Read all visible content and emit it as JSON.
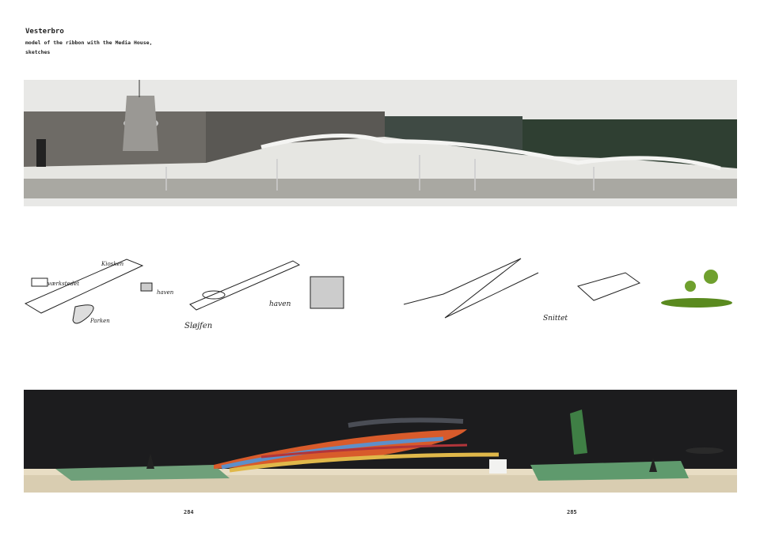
{
  "header": {
    "title": "Vesterbro",
    "subtitle_line1": "model of the ribbon with the Media House,",
    "subtitle_line2": "sketches"
  },
  "sketches": {
    "labels": {
      "vaerkstedet": "værkstedet",
      "kiosken": "Kiosken",
      "haven1": "haven",
      "parken": "Parken",
      "slojfen": "Sløjfen",
      "haven2": "haven",
      "snittet": "Snittet"
    }
  },
  "pages": {
    "left": "284",
    "right": "285"
  }
}
